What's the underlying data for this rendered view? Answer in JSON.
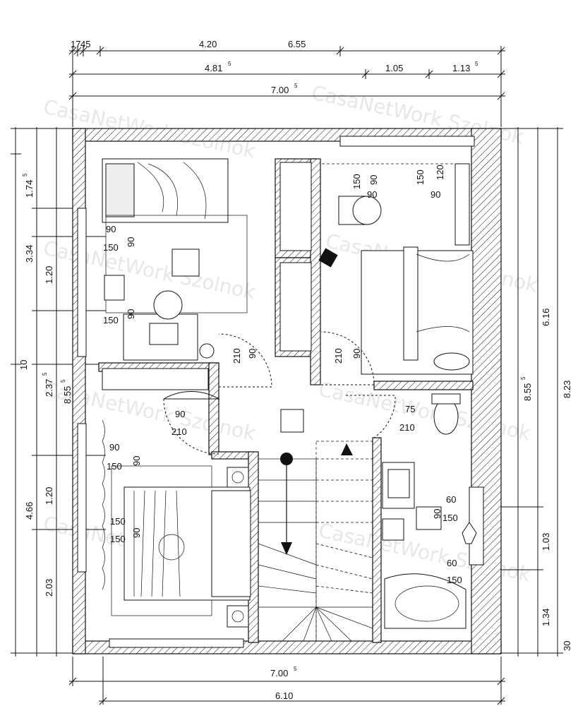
{
  "watermark": "CasaNetWork Szolnok",
  "dimensions": {
    "top_row1": [
      "17",
      "45",
      "4.20",
      "6.55"
    ],
    "top_row2": [
      "4.81",
      "5",
      "1.05",
      "1.13",
      "5"
    ],
    "top_total": [
      "7.00",
      "5"
    ],
    "bottom_total": [
      "7.00",
      "5"
    ],
    "bottom_inner": "6.10",
    "left_outer": [
      "1.74",
      "5",
      "3.34",
      "10",
      "8.55",
      "5",
      "4.66"
    ],
    "left_inner": [
      "1.20",
      "2.37",
      "5",
      "1.20",
      "2.03"
    ],
    "right_outer": [
      "6.16",
      "8.55",
      "5",
      "8.23",
      "30"
    ],
    "right_inner": [
      "1.03",
      "1.34"
    ]
  },
  "labels": {
    "room1": [
      "90",
      "150",
      "90",
      "1.20",
      "90",
      "150"
    ],
    "room1_window": [
      "90",
      "150"
    ],
    "door1": [
      "90",
      "210"
    ],
    "door2": [
      "90",
      "210"
    ],
    "door3": [
      "90",
      "210"
    ],
    "door4": [
      "75",
      "210"
    ],
    "room2_top": [
      "150",
      "90",
      "150",
      "120",
      "90",
      "90"
    ],
    "room3": [
      "90",
      "150",
      "90",
      "150",
      "150",
      "90"
    ],
    "bath": [
      "60",
      "90",
      "150",
      "60",
      "150"
    ]
  }
}
